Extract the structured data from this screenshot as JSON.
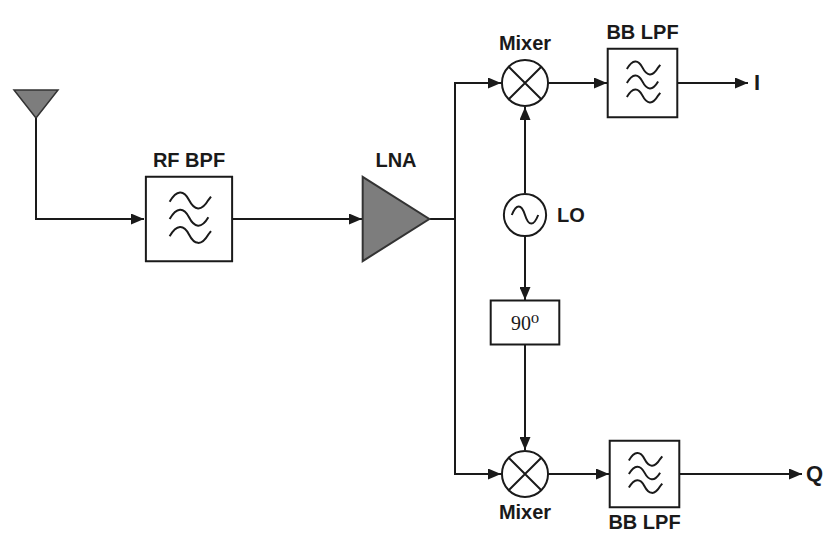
{
  "diagram": {
    "nodes": [
      {
        "text": [
          "RF BPF"
        ]
      },
      {
        "text": [
          "LNA"
        ]
      },
      {
        "text": [
          "Mixer"
        ]
      },
      {
        "text": [
          "BB LPF"
        ]
      },
      {
        "text": [
          "LO"
        ]
      },
      {
        "text": [
          "90⁰"
        ]
      },
      {
        "text": [
          "Mixer"
        ]
      },
      {
        "text": [
          "BB LPF"
        ]
      }
    ],
    "edges": [
      {
        "from": 0,
        "to": 1,
        "arrow": "to"
      },
      {
        "from": 1,
        "to": 2,
        "arrow": "to"
      },
      {
        "from": 1,
        "to": 6,
        "arrow": "to"
      },
      {
        "from": 2,
        "to": 3,
        "arrow": "to"
      },
      {
        "from": 4,
        "to": 2,
        "arrow": "to"
      },
      {
        "from": 4,
        "to": 5,
        "arrow": "to"
      },
      {
        "from": 5,
        "to": 6,
        "arrow": "to"
      },
      {
        "from": 6,
        "to": 7,
        "arrow": "to"
      }
    ],
    "labels": [
      "I",
      "Q"
    ]
  }
}
